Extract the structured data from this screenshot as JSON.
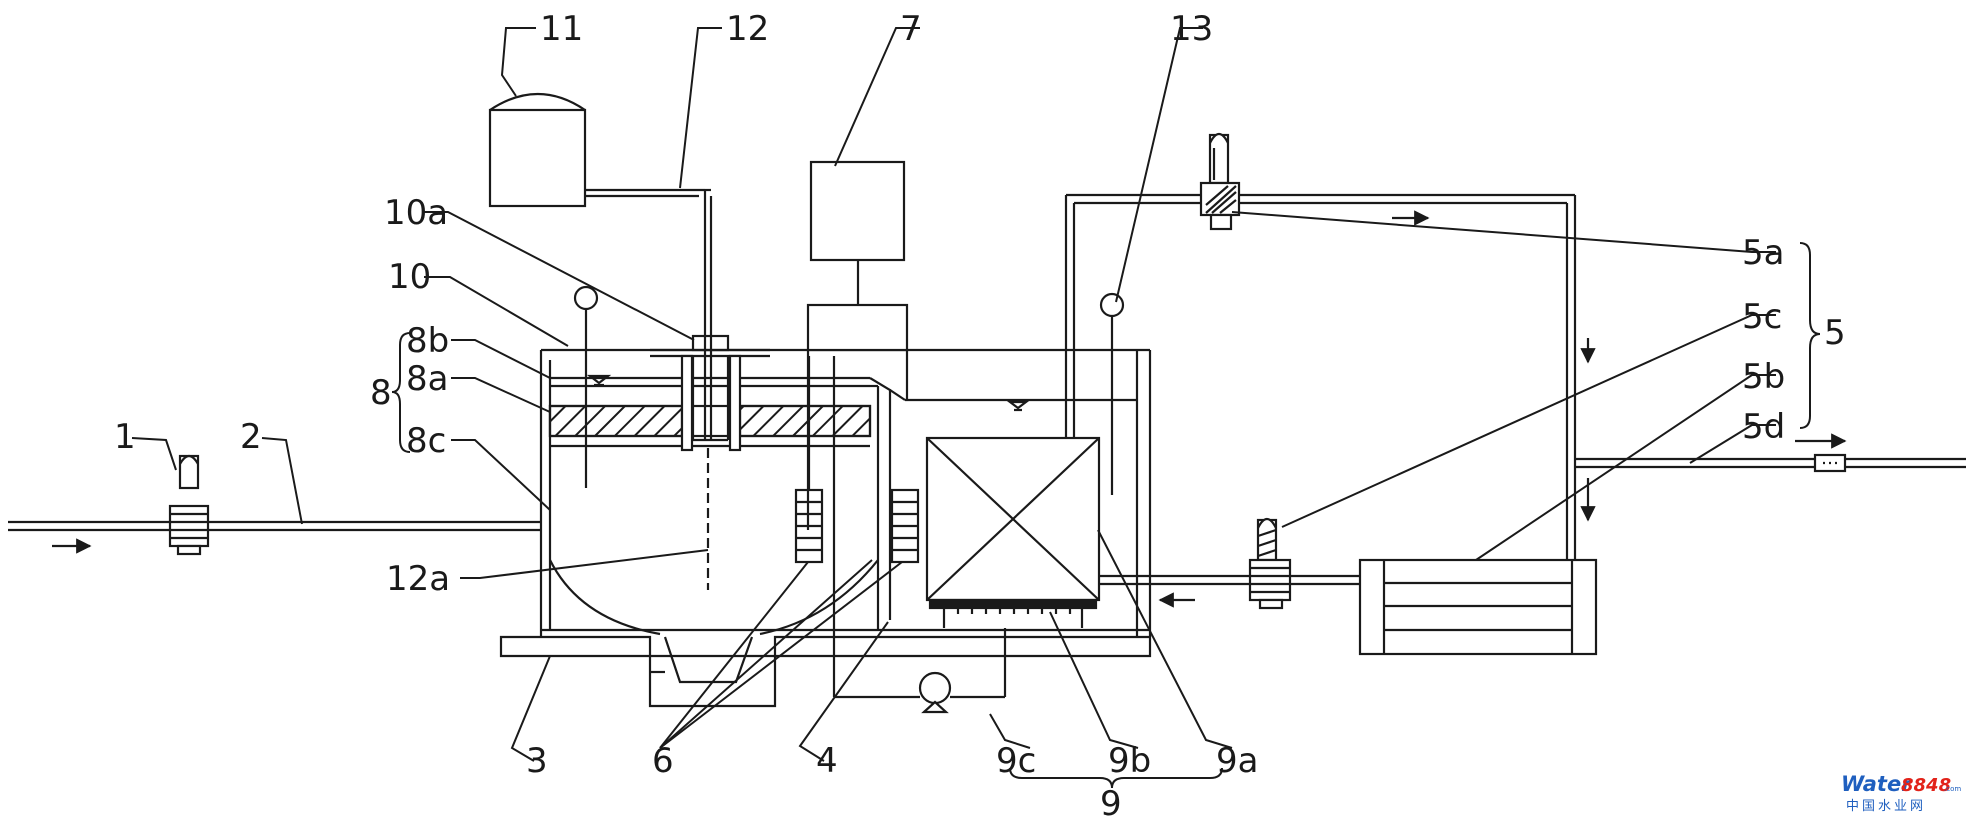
{
  "labels": {
    "l1": "1",
    "l2": "2",
    "l3": "3",
    "l4": "4",
    "l5": "5",
    "l6": "6",
    "l7": "7",
    "l8": "8",
    "l8a": "8a",
    "l8b": "8b",
    "l8c": "8c",
    "l9": "9",
    "l9a": "9a",
    "l9b": "9b",
    "l9c": "9c",
    "l10": "10",
    "l10a": "10a",
    "l11": "11",
    "l12": "12",
    "l12a": "12a",
    "l13": "13",
    "l5a": "5a",
    "l5b": "5b",
    "l5c": "5c",
    "l5d": "5d"
  },
  "watermark": {
    "brand_main": "Water",
    "brand_num": "8848",
    "brand_suffix": ".com",
    "brand_cn": "中国水业网"
  },
  "colors": {
    "line": "#1a1a1a",
    "brand_blue": "#1f5fbf",
    "brand_red": "#e2231a"
  }
}
